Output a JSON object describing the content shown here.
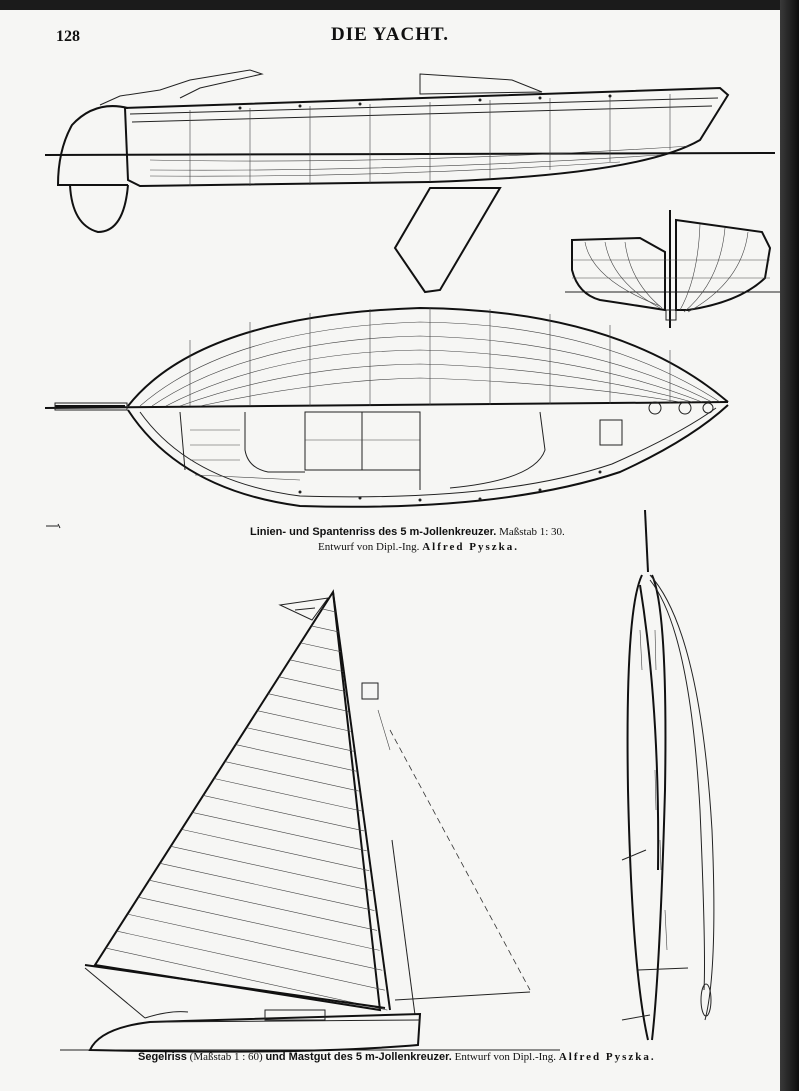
{
  "page": {
    "number": "128",
    "running_head": "DIE YACHT."
  },
  "captions": {
    "lines_plan": {
      "title": "Linien- und Spantenriss des 5 m-Jollenkreuzer.",
      "scale": "Maßstab 1: 30.",
      "designer_prefix": "Entwurf von Dipl.-Ing.",
      "designer_name": "Alfred Pyszka."
    },
    "sail_plan": {
      "title_a": "Segelriss",
      "scale": "(Maßstab 1 : 60)",
      "title_b": "und Mastgut des 5 m-Jollenkreuzer.",
      "designer_prefix": "Entwurf von Dipl.-Ing.",
      "designer_name": "Alfred Pyszka."
    }
  }
}
